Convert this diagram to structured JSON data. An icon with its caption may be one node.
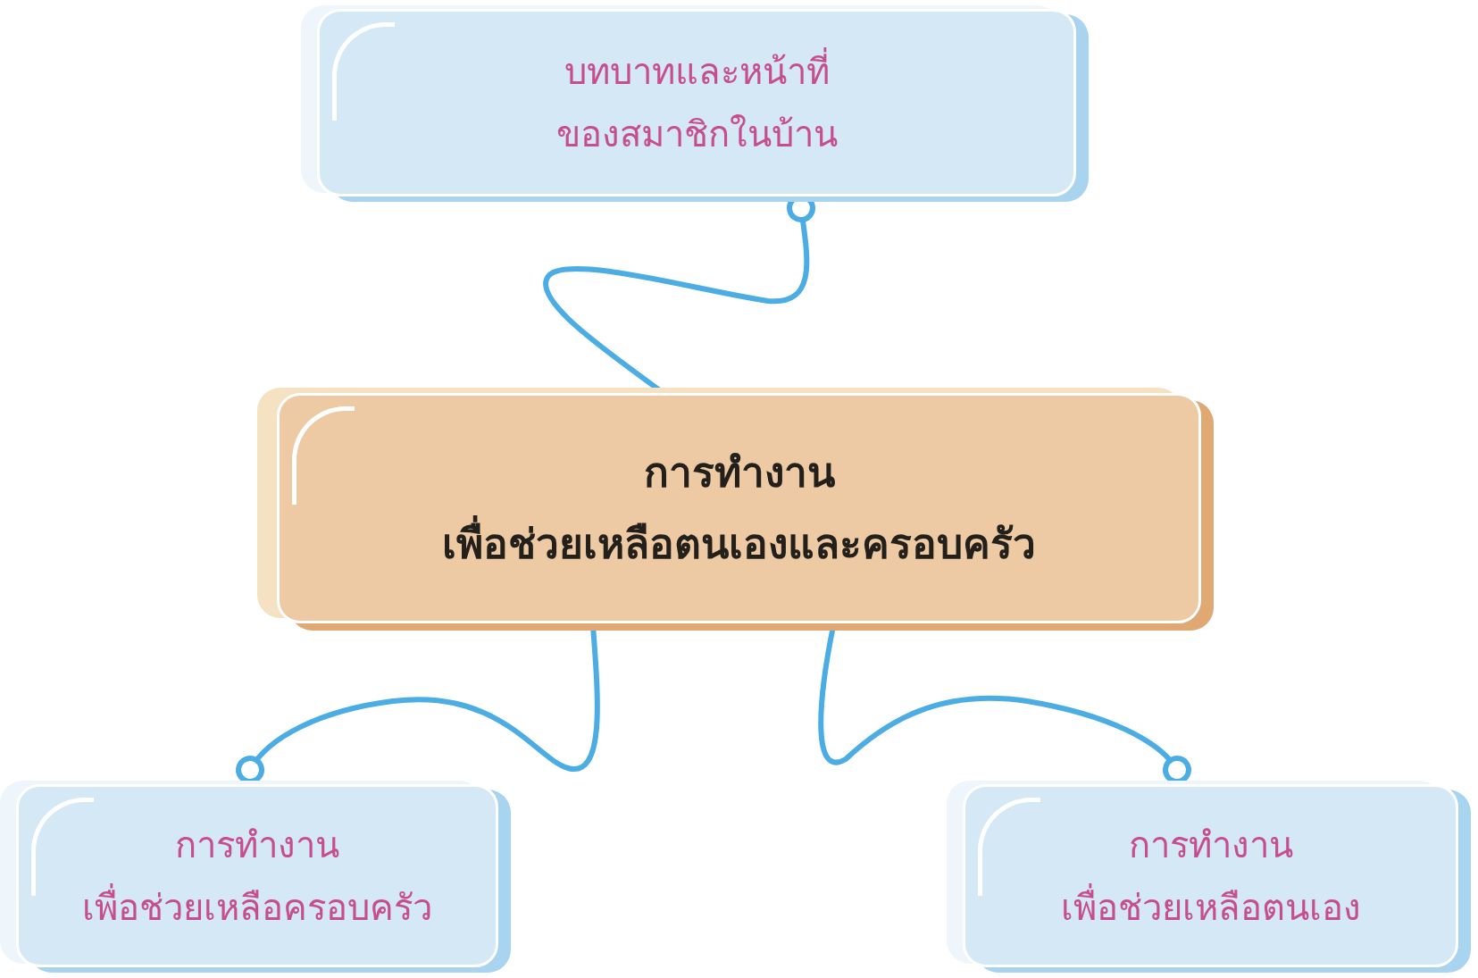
{
  "diagram": {
    "nodes": [
      {
        "text": [
          "บทบาทและหน้าที่ ของสมาชิกในบ้าน"
        ]
      },
      {
        "text": [
          "การทำงาน เพื่อช่วยเหลือตนเองและครอบครัว"
        ]
      },
      {
        "text": [
          "การทำงาน เพื่อช่วยเหลือครอบครัว"
        ]
      },
      {
        "text": [
          "การทำงาน เพื่อช่วยเหลือตนเอง"
        ]
      }
    ],
    "edges": [
      {
        "from": 1,
        "to": 0,
        "arrow": "other"
      },
      {
        "from": 1,
        "to": 2,
        "arrow": "other"
      },
      {
        "from": 1,
        "to": 3,
        "arrow": "other"
      }
    ]
  }
}
